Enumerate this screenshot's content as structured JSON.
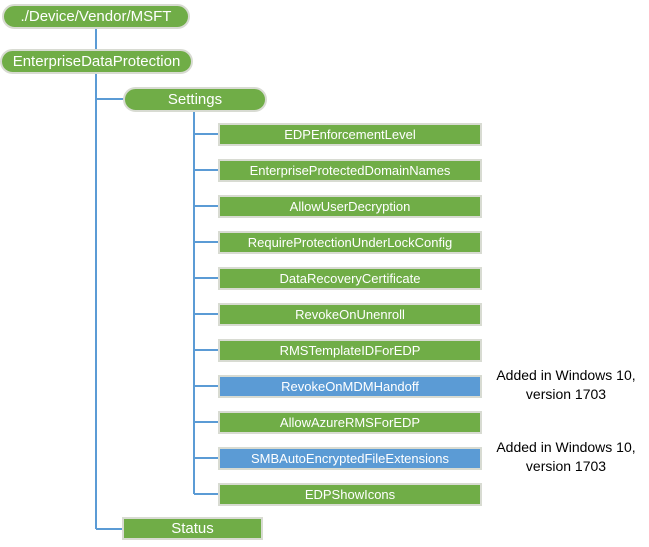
{
  "diagram": {
    "root_label": "./Device/Vendor/MSFT",
    "provider_label": "EnterpriseDataProtection",
    "settings_label": "Settings",
    "status_label": "Status",
    "children": [
      {
        "label": "EDPEnforcementLevel",
        "color": "green"
      },
      {
        "label": "EnterpriseProtectedDomainNames",
        "color": "green"
      },
      {
        "label": "AllowUserDecryption",
        "color": "green"
      },
      {
        "label": "RequireProtectionUnderLockConfig",
        "color": "green"
      },
      {
        "label": "DataRecoveryCertificate",
        "color": "green"
      },
      {
        "label": "RevokeOnUnenroll",
        "color": "green"
      },
      {
        "label": "RMSTemplateIDForEDP",
        "color": "green"
      },
      {
        "label": "RevokeOnMDMHandoff",
        "color": "blue"
      },
      {
        "label": "AllowAzureRMSForEDP",
        "color": "green"
      },
      {
        "label": "SMBAutoEncryptedFileExtensions",
        "color": "blue"
      },
      {
        "label": "EDPShowIcons",
        "color": "green"
      }
    ],
    "annotations": [
      {
        "line1": "Added in Windows 10,",
        "line2": "version 1703"
      },
      {
        "line1": "Added in Windows 10,",
        "line2": "version 1703"
      }
    ],
    "colors": {
      "green": "#70AD47",
      "blue": "#5B9BD5",
      "connector": "#5B9BD5",
      "node_border": "#d8dbd2"
    }
  }
}
